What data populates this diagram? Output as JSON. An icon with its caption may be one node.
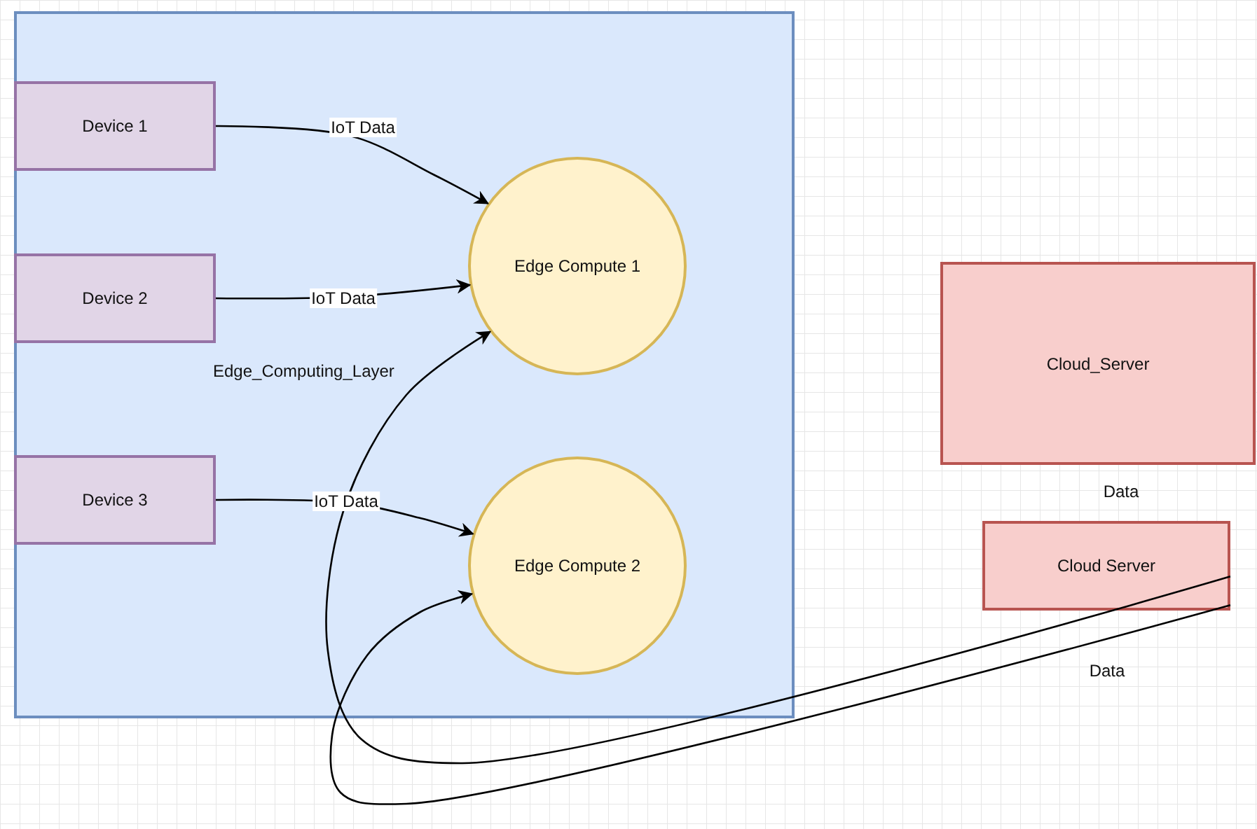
{
  "diagram": {
    "nodes": [
      {
        "text": [
          "Edge_Computing_Layer"
        ]
      },
      {
        "text": [
          "Device 1"
        ],
        "in": 0
      },
      {
        "text": [
          "Device 2"
        ],
        "in": 0
      },
      {
        "text": [
          "Device 3"
        ],
        "in": 0
      },
      {
        "text": [
          "Edge Compute 1"
        ],
        "in": 0
      },
      {
        "text": [
          "Edge Compute 2"
        ],
        "in": 0
      },
      {
        "text": [
          "Cloud_Server"
        ]
      },
      {
        "text": [
          "Cloud Server"
        ]
      }
    ],
    "edges": [
      {
        "from": 1,
        "to": 4,
        "arrow": "to",
        "label": "IoT Data"
      },
      {
        "from": 2,
        "to": 4,
        "arrow": "to",
        "label": "IoT Data"
      },
      {
        "from": 3,
        "to": 5,
        "arrow": "to",
        "label": "IoT Data"
      },
      {
        "from": 7,
        "to": 4,
        "arrow": "to"
      },
      {
        "from": 7,
        "to": 5,
        "arrow": "to"
      }
    ],
    "labels": [
      "Data",
      "Data"
    ]
  }
}
